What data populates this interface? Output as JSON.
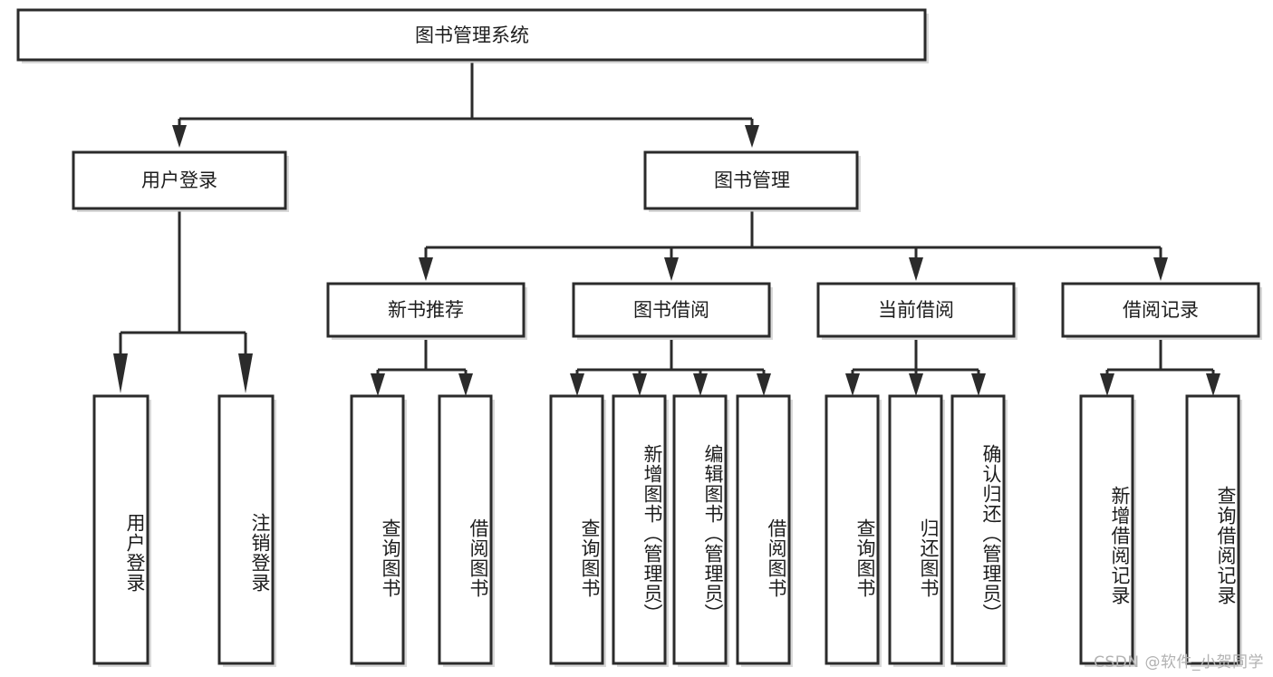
{
  "diagram": {
    "title": "图书管理系统",
    "type": "tree",
    "orientation": "top-down",
    "colors": {
      "box_stroke": "#2b2b2b",
      "box_fill": "#ffffff",
      "connector": "#2b2b2b",
      "background": "#ffffff",
      "watermark_text": "#b2b2b2"
    },
    "root": {
      "label": "图书管理系统",
      "name": "node-root-system"
    },
    "level2": [
      {
        "label": "用户登录",
        "name": "node-user-login"
      },
      {
        "label": "图书管理",
        "name": "node-book-management"
      }
    ],
    "level3": [
      {
        "label": "新书推荐",
        "name": "node-new-book-recommend"
      },
      {
        "label": "图书借阅",
        "name": "node-book-borrow"
      },
      {
        "label": "当前借阅",
        "name": "node-current-borrow"
      },
      {
        "label": "借阅记录",
        "name": "node-borrow-record"
      }
    ],
    "leaves": {
      "user_login": [
        {
          "label": "用户登录",
          "name": "leaf-user-login"
        },
        {
          "label": "注销登录",
          "name": "leaf-logout"
        }
      ],
      "new_book_recommend": [
        {
          "label": "查询图书",
          "name": "leaf-query-book-recommend"
        },
        {
          "label": "借阅图书",
          "name": "leaf-borrow-book-recommend"
        }
      ],
      "book_borrow": [
        {
          "label": "查询图书",
          "name": "leaf-query-book-borrow"
        },
        {
          "label": "新增图书（管理员）",
          "name": "leaf-add-book-admin"
        },
        {
          "label": "编辑图书（管理员）",
          "name": "leaf-edit-book-admin"
        },
        {
          "label": "借阅图书",
          "name": "leaf-borrow-book"
        }
      ],
      "current_borrow": [
        {
          "label": "查询图书",
          "name": "leaf-query-book-current"
        },
        {
          "label": "归还图书",
          "name": "leaf-return-book"
        },
        {
          "label": "确认归还（管理员）",
          "name": "leaf-confirm-return-admin"
        }
      ],
      "borrow_record": [
        {
          "label": "新增借阅记录",
          "name": "leaf-add-borrow-record"
        },
        {
          "label": "查询借阅记录",
          "name": "leaf-query-borrow-record"
        }
      ]
    },
    "watermark": "CSDN @软件_小贺同学"
  }
}
